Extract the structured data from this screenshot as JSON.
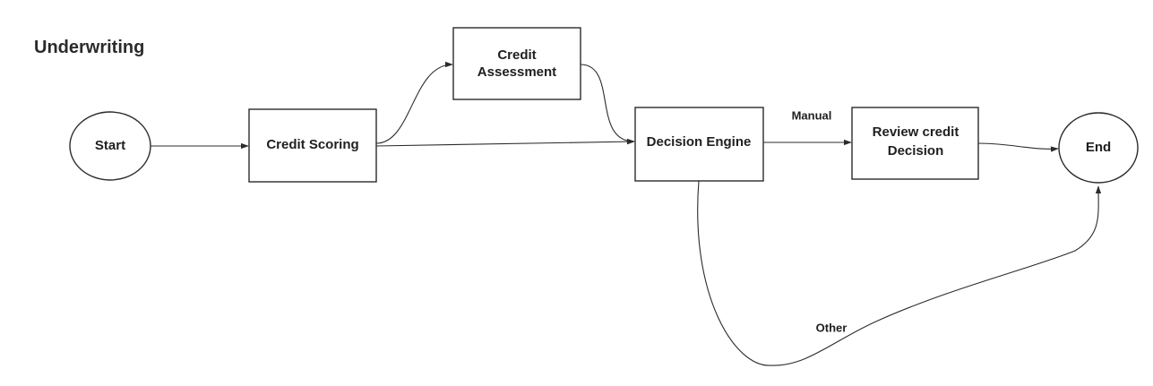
{
  "title": "Underwriting",
  "nodes": {
    "start": {
      "label": "Start",
      "shape": "ellipse"
    },
    "credit_scoring": {
      "label": "Credit Scoring",
      "shape": "rectangle"
    },
    "credit_assessment": {
      "label_lines": [
        "Credit",
        "Assessment"
      ],
      "shape": "rectangle"
    },
    "decision_engine": {
      "label": "Decision Engine",
      "shape": "rectangle"
    },
    "review_credit_decision": {
      "label_lines": [
        "Review credit",
        "Decision"
      ],
      "shape": "rectangle"
    },
    "end": {
      "label": "End",
      "shape": "ellipse"
    }
  },
  "edges": [
    {
      "from": "Start",
      "to": "Credit Scoring",
      "label": ""
    },
    {
      "from": "Credit Scoring",
      "to": "Credit Assessment",
      "label": ""
    },
    {
      "from": "Credit Scoring",
      "to": "Decision Engine",
      "label": ""
    },
    {
      "from": "Credit Assessment",
      "to": "Decision Engine",
      "label": ""
    },
    {
      "from": "Decision Engine",
      "to": "Review credit Decision",
      "label": "Manual"
    },
    {
      "from": "Review credit Decision",
      "to": "End",
      "label": ""
    },
    {
      "from": "Decision Engine",
      "to": "End",
      "label": "Other"
    }
  ],
  "edge_labels": {
    "manual": "Manual",
    "other": "Other"
  },
  "colors": {
    "stroke": "#2b2b2b",
    "fill": "#ffffff",
    "text": "#1f1f1f"
  }
}
